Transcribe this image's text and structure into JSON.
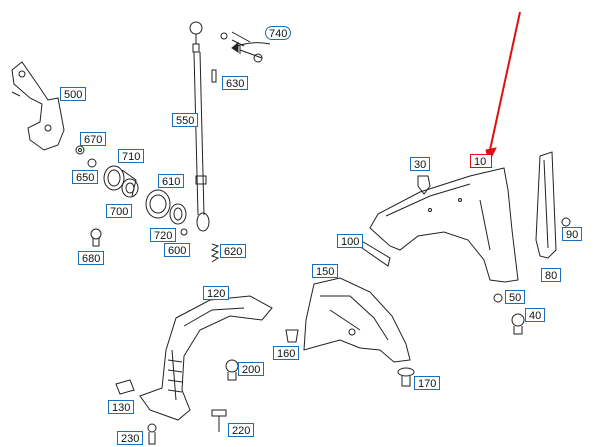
{
  "labels": {
    "p10": "10",
    "p30": "30",
    "p40": "40",
    "p50": "50",
    "p80": "80",
    "p90": "90",
    "p100": "100",
    "p120": "120",
    "p130": "130",
    "p150": "150",
    "p160": "160",
    "p170": "170",
    "p200": "200",
    "p220": "220",
    "p230": "230",
    "p500": "500",
    "p550": "550",
    "p600": "600",
    "p610": "610",
    "p620": "620",
    "p630": "630",
    "p650": "650",
    "p670": "670",
    "p680": "680",
    "p700": "700",
    "p710": "710",
    "p720": "720",
    "p740": "740"
  },
  "highlight": {
    "part": "10",
    "color": "#e01010"
  },
  "colors": {
    "label_border": "#1a6fb6",
    "line": "#222222"
  }
}
